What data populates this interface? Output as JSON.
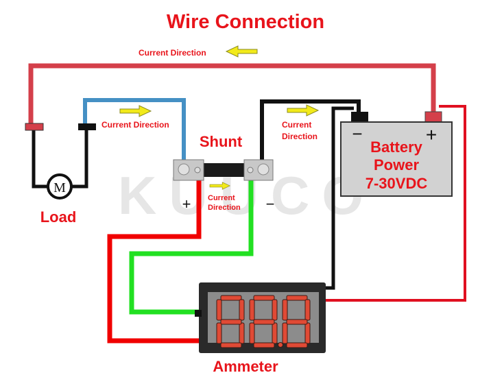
{
  "title": "Wire Connection",
  "watermark": "KUUCO",
  "labels": {
    "current_direction_top": "Current Direction",
    "current_direction_load": "Current Direction",
    "current_direction_shunt_1": "Current",
    "current_direction_shunt_2": "Direction",
    "current_direction_battery_1": "Current",
    "current_direction_battery_2": "Direction",
    "shunt": "Shunt",
    "load": "Load",
    "motor": "M",
    "ammeter": "Ammeter",
    "shunt_plus": "+",
    "shunt_minus": "−",
    "battery_minus": "−",
    "battery_plus": "+",
    "battery_line1": "Battery",
    "battery_line2": "Power",
    "battery_line3": "7-30VDC"
  },
  "meter": {
    "digits": [
      "8",
      "8",
      "8"
    ],
    "decimal_after": 2
  },
  "colors": {
    "label": "#e8141b",
    "wire_red": "#d43f4a",
    "wire_bright_red": "#f00000",
    "wire_blue": "#4590c4",
    "wire_black": "#111111",
    "wire_green": "#22e022",
    "arrow": "#f2ea1a",
    "segment": "#e04a35"
  }
}
